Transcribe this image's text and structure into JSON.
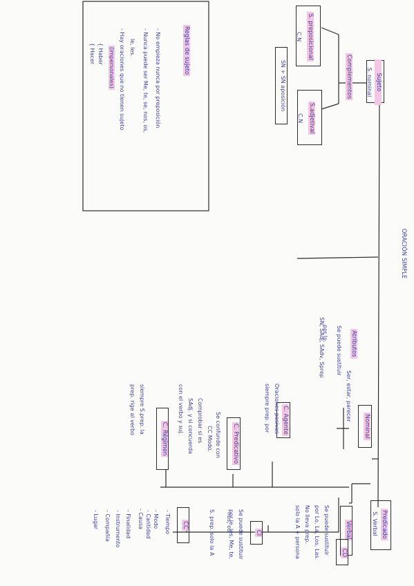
{
  "title": "ORACIÓN SIMPLE",
  "sujeto": {
    "label_1": "Sujeto",
    "label_2": "S. nominal",
    "complementos": "Complementos",
    "s_preposicional_1": "S. preposicional",
    "s_preposicional_2": "C.N",
    "s_adjetival_1": "S.adjetival",
    "s_adjetival_2": "C.N",
    "sn_aposicion": "SN + SN aposición"
  },
  "reglas": {
    "title": "Reglas de sujeto",
    "items": [
      "- No empieza nunca por preposición",
      "- Nunca puede ser Me, te, se, nos, os,",
      "le, les.",
      "- Hay oraciones que no tienen sujeto",
      "(impersonales)",
      "{ Haber",
      "{ Hacer"
    ]
  },
  "predicado": {
    "label_1": "Predicado",
    "label_2": "S. Verbal",
    "nominal": {
      "label": "Nominal",
      "verbs": "Ser, estar, parecer",
      "atributo_title": "Atributos",
      "atributo_lines": [
        "Se puede sustituir",
        "por lo.",
        "SN, SAdj, SAdv, Sprep"
      ]
    },
    "verbal": {
      "label": "Verbal",
      "c_agente": {
        "label": "C. Agente",
        "lines": [
          "Oraciones pasivas",
          "siempre prep. por"
        ]
      },
      "c_predicativo": {
        "label": "C. Predicativo",
        "lines": [
          "Se confunde con",
          "CC Modo.",
          "Comprobar si es",
          "SAdj. y si concuerda",
          "con el verbo y suj."
        ]
      },
      "c_regimen": {
        "label": "C. Régimen",
        "lines": [
          "siempre S.prep. la",
          "prep. rige al verbo"
        ]
      },
      "cd": {
        "label": "CD",
        "lines": [
          "Se puede sustituir",
          "por Lo, La, Los, Las.",
          "No lleva prep.",
          "solo la A + persona"
        ]
      },
      "ci": {
        "label": "CI",
        "lines": [
          "Se puede sustituir",
          "por le, les, Me, te,",
          "nos, os.",
          "S. prep. solo la A"
        ]
      },
      "cc": {
        "label": "CC",
        "items": [
          "- Tiempo",
          "- Modo",
          "- Cantidad",
          "- Causa",
          "- Finalidad",
          "- Instrumento",
          "- Compañía",
          "- Lugar"
        ]
      }
    }
  }
}
